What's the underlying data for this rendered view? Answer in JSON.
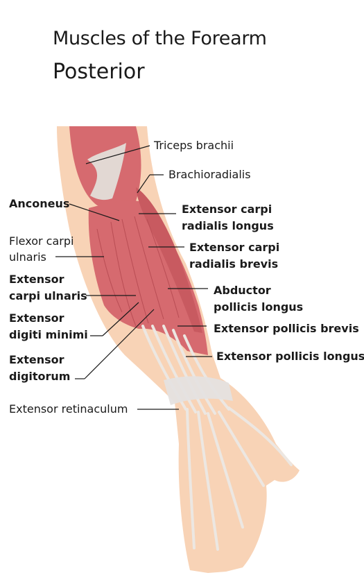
{
  "title": "Muscles of the Forearm",
  "subtitle": "Posterior",
  "colors": {
    "muscle": "#d66a6f",
    "skin": "#f8d3b6",
    "tendon": "#ece7e2",
    "bone": "#e6ded6"
  },
  "labels": {
    "triceps": "Triceps brachii",
    "brachioradialis": "Brachioradialis",
    "anconeus": "Anconeus",
    "ecrl_1": "Extensor carpi",
    "ecrl_2": "radialis longus",
    "fcu_1": "Flexor carpi",
    "fcu_2": "ulnaris",
    "ecrb_1": "Extensor carpi",
    "ecrb_2": "radialis brevis",
    "ecu_1": "Extensor",
    "ecu_2": "carpi ulnaris",
    "apl_1": "Abductor",
    "apl_2": "pollicis longus",
    "edm_1": "Extensor",
    "edm_2": "digiti minimi",
    "epb": "Extensor pollicis brevis",
    "ed_1": "Extensor",
    "ed_2": "digitorum",
    "epl": "Extensor pollicis longus",
    "retinaculum": "Extensor retinaculum"
  }
}
